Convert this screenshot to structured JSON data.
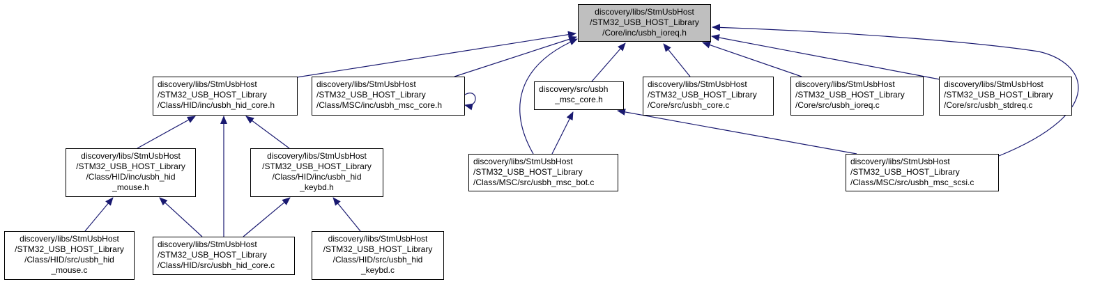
{
  "diagram": {
    "colors": {
      "edge": "#191970",
      "box_border": "#000000",
      "root_fill": "#bfbfbf",
      "box_fill": "#ffffff"
    },
    "nodes": {
      "ioreq_h": [
        "discovery/libs/StmUsbHost",
        "/STM32_USB_HOST_Library",
        "/Core/inc/usbh_ioreq.h"
      ],
      "hid_core_h": [
        "discovery/libs/StmUsbHost",
        "/STM32_USB_HOST_Library",
        "/Class/HID/inc/usbh_hid_core.h"
      ],
      "msc_core_h": [
        "discovery/libs/StmUsbHost",
        "/STM32_USB_HOST_Library",
        "/Class/MSC/inc/usbh_msc_core.h"
      ],
      "src_msc_core_h": [
        "discovery/src/usbh",
        "_msc_core.h"
      ],
      "core_c": [
        "discovery/libs/StmUsbHost",
        "/STM32_USB_HOST_Library",
        "/Core/src/usbh_core.c"
      ],
      "ioreq_c": [
        "discovery/libs/StmUsbHost",
        "/STM32_USB_HOST_Library",
        "/Core/src/usbh_ioreq.c"
      ],
      "stdreq_c": [
        "discovery/libs/StmUsbHost",
        "/STM32_USB_HOST_Library",
        "/Core/src/usbh_stdreq.c"
      ],
      "hid_mouse_h": [
        "discovery/libs/StmUsbHost",
        "/STM32_USB_HOST_Library",
        "/Class/HID/inc/usbh_hid",
        "_mouse.h"
      ],
      "hid_keybd_h": [
        "discovery/libs/StmUsbHost",
        "/STM32_USB_HOST_Library",
        "/Class/HID/inc/usbh_hid",
        "_keybd.h"
      ],
      "msc_bot_c": [
        "discovery/libs/StmUsbHost",
        "/STM32_USB_HOST_Library",
        "/Class/MSC/src/usbh_msc_bot.c"
      ],
      "msc_scsi_c": [
        "discovery/libs/StmUsbHost",
        "/STM32_USB_HOST_Library",
        "/Class/MSC/src/usbh_msc_scsi.c"
      ],
      "hid_mouse_c": [
        "discovery/libs/StmUsbHost",
        "/STM32_USB_HOST_Library",
        "/Class/HID/src/usbh_hid",
        "_mouse.c"
      ],
      "hid_core_c": [
        "discovery/libs/StmUsbHost",
        "/STM32_USB_HOST_Library",
        "/Class/HID/src/usbh_hid_core.c"
      ],
      "hid_keybd_c": [
        "discovery/libs/StmUsbHost",
        "/STM32_USB_HOST_Library",
        "/Class/HID/src/usbh_hid",
        "_keybd.c"
      ]
    }
  }
}
